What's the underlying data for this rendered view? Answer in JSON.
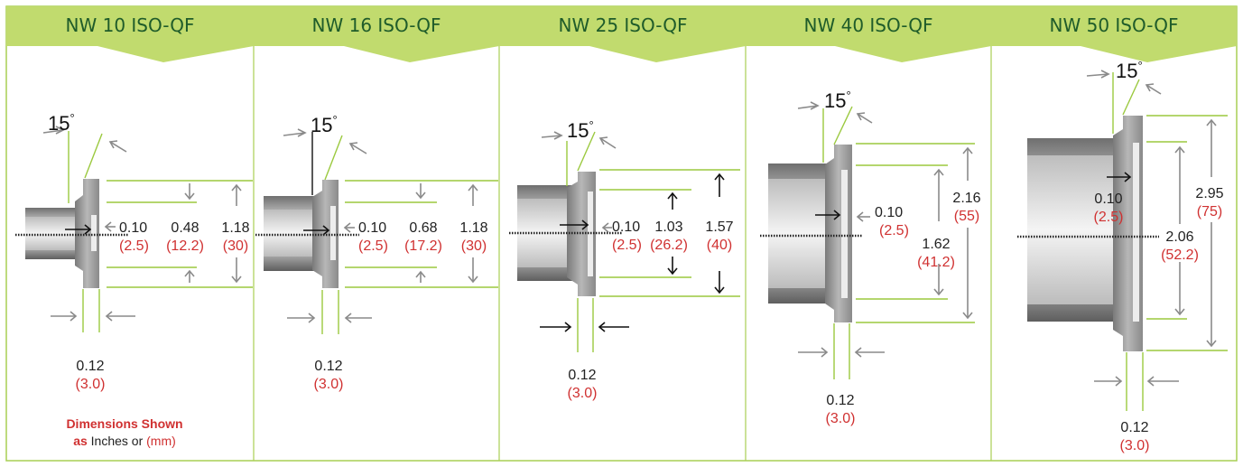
{
  "colors": {
    "header_green": "#c1db6e",
    "border_green": "#a9cf54",
    "header_text": "#1f5c2a",
    "metric_red": "#d03131",
    "dimension_line": "#9bc93f"
  },
  "panels": [
    {
      "title": "NW 10 ISO-QF",
      "angle": "15",
      "groove": {
        "in": "0.10",
        "mm": "(2.5)"
      },
      "inner": {
        "in": "0.48",
        "mm": "(12.2)"
      },
      "outer": {
        "in": "1.18",
        "mm": "(30)"
      },
      "thickness": {
        "in": "0.12",
        "mm": "(3.0)"
      }
    },
    {
      "title": "NW 16 ISO-QF",
      "angle": "15",
      "groove": {
        "in": "0.10",
        "mm": "(2.5)"
      },
      "inner": {
        "in": "0.68",
        "mm": "(17.2)"
      },
      "outer": {
        "in": "1.18",
        "mm": "(30)"
      },
      "thickness": {
        "in": "0.12",
        "mm": "(3.0)"
      }
    },
    {
      "title": "NW 25 ISO-QF",
      "angle": "15",
      "groove": {
        "in": "0.10",
        "mm": "(2.5)"
      },
      "inner": {
        "in": "1.03",
        "mm": "(26.2)"
      },
      "outer": {
        "in": "1.57",
        "mm": "(40)"
      },
      "thickness": {
        "in": "0.12",
        "mm": "(3.0)"
      }
    },
    {
      "title": "NW 40 ISO-QF",
      "angle": "15",
      "groove": {
        "in": "0.10",
        "mm": "(2.5)"
      },
      "inner": {
        "in": "1.62",
        "mm": "(41.2)"
      },
      "outer": {
        "in": "2.16",
        "mm": "(55)"
      },
      "thickness": {
        "in": "0.12",
        "mm": "(3.0)"
      }
    },
    {
      "title": "NW 50 ISO-QF",
      "angle": "15",
      "groove": {
        "in": "0.10",
        "mm": "(2.5)"
      },
      "inner": {
        "in": "2.06",
        "mm": "(52.2)"
      },
      "outer": {
        "in": "2.95",
        "mm": "(75)"
      },
      "thickness": {
        "in": "0.12",
        "mm": "(3.0)"
      }
    }
  ],
  "degree_symbol": "°",
  "note": {
    "line1": "Dimensions Shown",
    "line2_bold": "as",
    "line2_text": " Inches or ",
    "line2_mm": "(mm)"
  }
}
